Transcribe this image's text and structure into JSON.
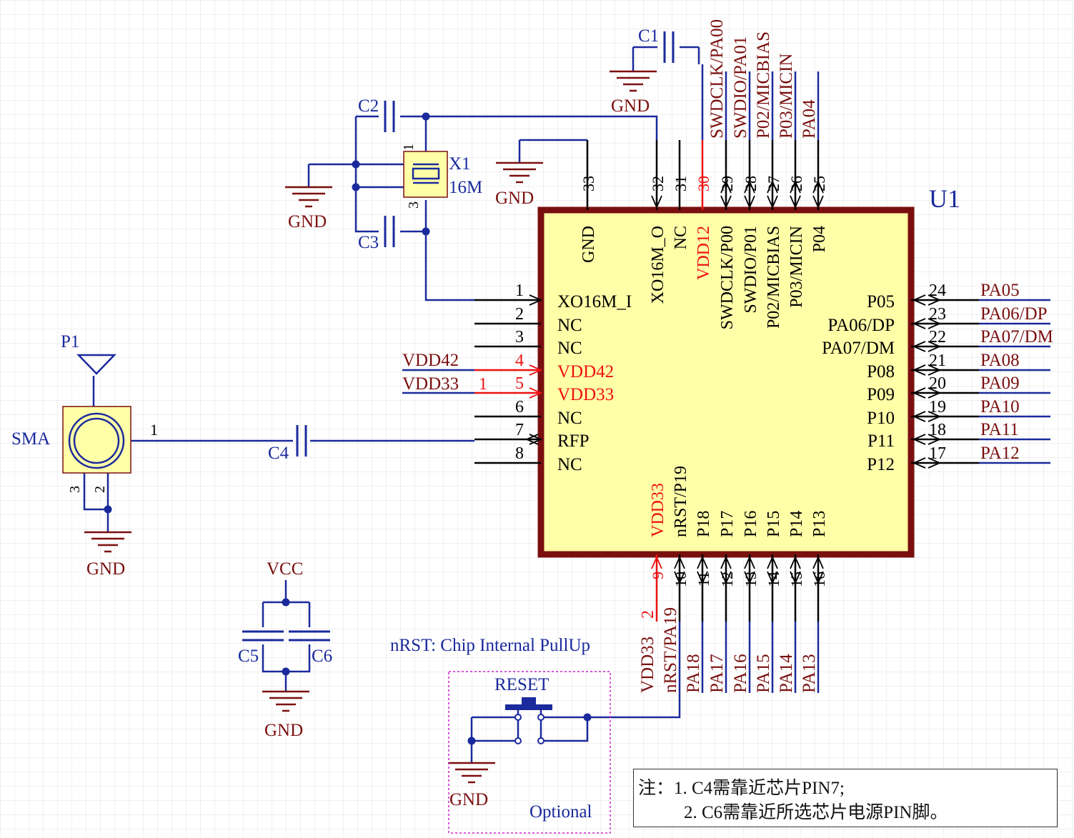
{
  "colors": {
    "wire": "#1a2a9c",
    "label": "#7a0f0f",
    "pin": "#000000",
    "power_pin": "#ee1111",
    "body_fill": "#ffffa8",
    "body_border": "#7a0f0f",
    "blue_text": "#1a2a9c",
    "dashed_box": "#cc22cc"
  },
  "chip": {
    "designator": "U1",
    "left_pins": [
      {
        "num": "1",
        "name": "XO16M_I",
        "power": false
      },
      {
        "num": "2",
        "name": "NC",
        "power": false
      },
      {
        "num": "3",
        "name": "NC",
        "power": false
      },
      {
        "num": "4",
        "name": "VDD42",
        "power": true
      },
      {
        "num": "5",
        "name": "VDD33",
        "power": true
      },
      {
        "num": "6",
        "name": "NC",
        "power": false
      },
      {
        "num": "7",
        "name": "RFP",
        "power": false
      },
      {
        "num": "8",
        "name": "NC",
        "power": false
      }
    ],
    "bottom_pins": [
      {
        "num": "9",
        "name": "VDD33",
        "power": true
      },
      {
        "num": "10",
        "name": "nRST/P19",
        "power": false
      },
      {
        "num": "11",
        "name": "P18",
        "power": false
      },
      {
        "num": "12",
        "name": "P17",
        "power": false
      },
      {
        "num": "13",
        "name": "P16",
        "power": false
      },
      {
        "num": "14",
        "name": "P15",
        "power": false
      },
      {
        "num": "15",
        "name": "P14",
        "power": false
      },
      {
        "num": "16",
        "name": "P13",
        "power": false
      }
    ],
    "right_pins": [
      {
        "num": "17",
        "name": "P12",
        "power": false
      },
      {
        "num": "18",
        "name": "P11",
        "power": false
      },
      {
        "num": "19",
        "name": "P10",
        "power": false
      },
      {
        "num": "20",
        "name": "P09",
        "power": false
      },
      {
        "num": "21",
        "name": "P08",
        "power": false
      },
      {
        "num": "22",
        "name": "PA07/DM",
        "power": false
      },
      {
        "num": "23",
        "name": "PA06/DP",
        "power": false
      },
      {
        "num": "24",
        "name": "P05",
        "power": false
      }
    ],
    "top_pins": [
      {
        "num": "25",
        "name": "P04",
        "power": false
      },
      {
        "num": "26",
        "name": "P03/MICIN",
        "power": false
      },
      {
        "num": "27",
        "name": "P02/MICBIAS",
        "power": false
      },
      {
        "num": "28",
        "name": "SWDIO/P01",
        "power": false
      },
      {
        "num": "29",
        "name": "SWDCLK/P00",
        "power": false
      },
      {
        "num": "30",
        "name": "VDD12",
        "power": true
      },
      {
        "num": "31",
        "name": "NC",
        "power": false
      },
      {
        "num": "32",
        "name": "XO16M_O",
        "power": false
      },
      {
        "num": "33",
        "name": "GND",
        "power": false
      }
    ]
  },
  "nets": {
    "left": {
      "vdd42": "VDD42",
      "vdd33": "VDD33",
      "vdd33_suffix": "1"
    },
    "right": [
      "PA12",
      "PA11",
      "PA10",
      "PA09",
      "PA08",
      "PA07/DM",
      "PA06/DP",
      "PA05"
    ],
    "top": [
      "PA04",
      "P03/MICIN",
      "P02/MICBIAS",
      "SWDIO/PA01",
      "SWDCLK/PA00"
    ],
    "bottom": [
      "VDD33",
      "nRST/PA19",
      "PA18",
      "PA17",
      "PA16",
      "PA15",
      "PA14",
      "PA13"
    ],
    "bottom_vdd33_suffix": "2"
  },
  "parts": {
    "c1": "C1",
    "c2": "C2",
    "c3": "C3",
    "c4": "C4",
    "c5": "C5",
    "c6": "C6",
    "crystal": {
      "designator": "X1",
      "value": "16M",
      "pin1": "1",
      "pin3": "3"
    },
    "antenna": {
      "designator": "P1",
      "type": "SMA",
      "pin1": "1",
      "pin2": "2",
      "pin3": "3"
    },
    "reset": "RESET",
    "gnd": "GND",
    "vcc": "VCC"
  },
  "annotations": {
    "nrst_note": "nRST: Chip Internal PullUp",
    "optional": "Optional",
    "note_line1": "注：1. C4需靠近芯片PIN7;",
    "note_line2": "2. C6需靠近所选芯片电源PIN脚。"
  }
}
